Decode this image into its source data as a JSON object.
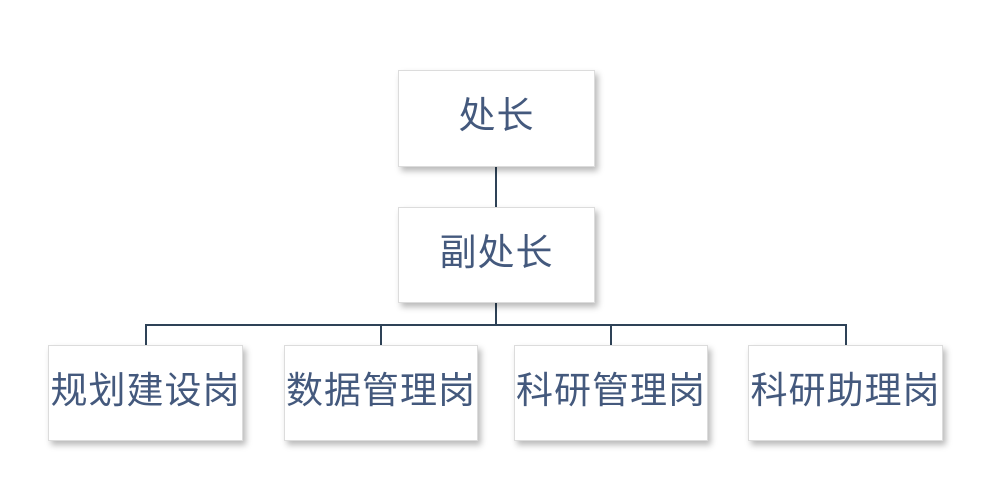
{
  "org_chart": {
    "nodes": {
      "director": {
        "label": "处长"
      },
      "deputy_director": {
        "label": "副处长"
      },
      "posts": [
        {
          "label": "规划建设岗"
        },
        {
          "label": "数据管理岗"
        },
        {
          "label": "科研管理岗"
        },
        {
          "label": "科研助理岗"
        }
      ]
    },
    "colors": {
      "node_text": "#44597d",
      "connector_line": "#2e4257",
      "node_background": "#ffffff",
      "node_border": "#dcdcdc",
      "canvas_background": "#ffffff"
    }
  }
}
